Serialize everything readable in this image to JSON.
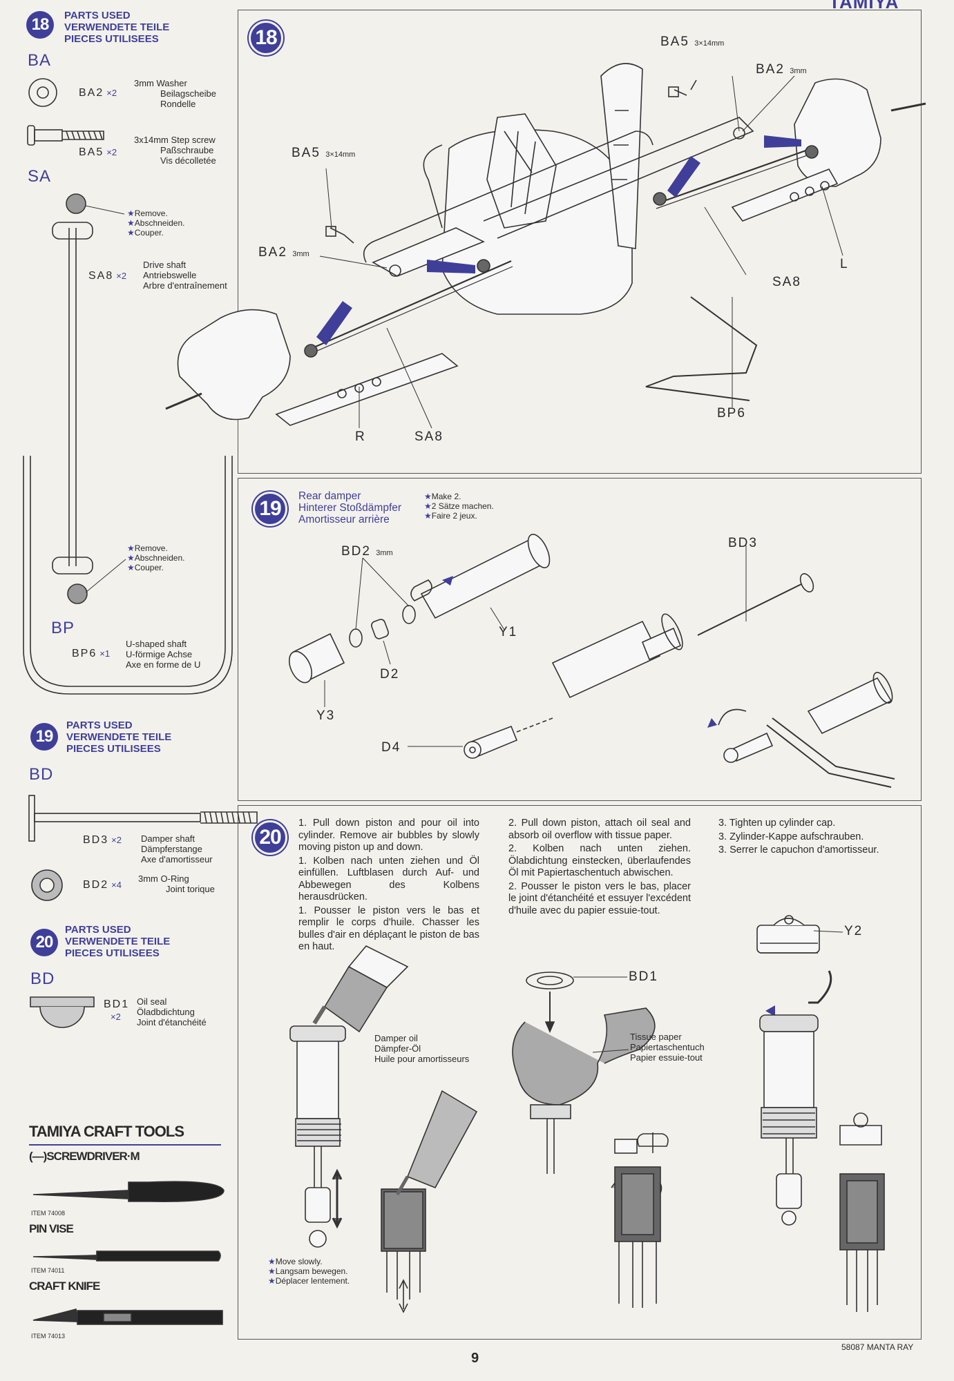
{
  "brand_top": "TAMIYA",
  "parts_used_label": [
    "PARTS USED",
    "VERWENDETE TEILE",
    "PIECES UTILISEES"
  ],
  "step18": {
    "number": "18",
    "bag_ba": "BA",
    "ba2": {
      "code": "BA2",
      "qty": "×2",
      "desc": [
        "3mm Washer",
        "Beilagscheibe",
        "Rondelle"
      ]
    },
    "ba5": {
      "code": "BA5",
      "qty": "×2",
      "desc": [
        "3x14mm Step screw",
        "Paßschraube",
        "Vis décolletée"
      ]
    },
    "bag_sa": "SA",
    "remove_note": [
      "Remove.",
      "Abschneiden.",
      "Couper."
    ],
    "sa8": {
      "code": "SA8",
      "qty": "×2",
      "desc": [
        "Drive shaft",
        "Antriebswelle",
        "Arbre d'entraînement"
      ]
    },
    "bag_bp": "BP",
    "bp6": {
      "code": "BP6",
      "qty": "×1",
      "desc": [
        "U-shaped shaft",
        "U-förmige Achse",
        "Axe en forme de U"
      ]
    },
    "labels": {
      "ba5_a": "BA5",
      "ba5_a_size": "3×14mm",
      "ba2_a": "BA2",
      "ba2_a_size": "3mm",
      "ba5_b": "BA5",
      "ba5_b_size": "3×14mm",
      "ba2_b": "BA2",
      "ba2_b_size": "3mm",
      "l": "L",
      "sa8_a": "SA8",
      "bp6": "BP6",
      "r": "R",
      "sa8_b": "SA8"
    }
  },
  "step19": {
    "number": "19",
    "bag_bd": "BD",
    "bd3": {
      "code": "BD3",
      "qty": "×2",
      "desc": [
        "Damper shaft",
        "Dämpferstange",
        "Axe d'amortisseur"
      ]
    },
    "bd2": {
      "code": "BD2",
      "qty": "×4",
      "desc": [
        "3mm O-Ring",
        "Joint torique"
      ]
    },
    "title": [
      "Rear damper",
      "Hinterer Stoßdämpfer",
      "Amortisseur arrière"
    ],
    "make_note": [
      "Make 2.",
      "2 Sätze machen.",
      "Faire 2 jeux."
    ],
    "labels": {
      "bd2": "BD2",
      "bd2_size": "3mm",
      "bd3": "BD3",
      "y1": "Y1",
      "d2": "D2",
      "y3": "Y3",
      "d4": "D4"
    }
  },
  "step20": {
    "number": "20",
    "bag_bd": "BD",
    "bd1": {
      "code": "BD1",
      "qty": "×2",
      "desc": [
        "Oil seal",
        "Öladbdichtung",
        "Joint d'étanchéité"
      ]
    },
    "col1": [
      "1. Pull down piston and pour oil into cylinder. Remove air bubbles by slowly moving piston up and down.",
      "1. Kolben nach unten ziehen und Öl einfüllen. Luftblasen durch Auf- und Abbewegen des Kolbens herausdrücken.",
      "1. Pousser le piston vers le bas et remplir le corps d'huile. Chasser les bulles d'air en déplaçant le piston de bas en haut."
    ],
    "col2": [
      "2. Pull down piston, attach oil seal and absorb oil overflow with tissue paper.",
      "2. Kolben nach unten ziehen. Ölabdichtung einstecken, überlaufendes Öl mit Papiertaschentuch abwischen.",
      "2. Pousser le piston vers le bas, placer le joint d'étanchéité et essuyer l'excédent d'huile avec du papier essuie-tout."
    ],
    "col3": [
      "3. Tighten up cylinder cap.",
      "3. Zylinder-Kappe aufschrauben.",
      "3. Serrer le capuchon d'amortisseur."
    ],
    "oil_label": [
      "Damper oil",
      "Dämpfer-Öl",
      "Huile pour amortisseurs"
    ],
    "tissue_label": [
      "Tissue paper",
      "Papiertaschentuch",
      "Papier essuie-tout"
    ],
    "move_note": [
      "Move slowly.",
      "Langsam bewegen.",
      "Déplacer lentement."
    ],
    "labels": {
      "bd1": "BD1",
      "y2": "Y2"
    }
  },
  "tools": {
    "title": "TAMIYA CRAFT TOOLS",
    "items": [
      {
        "name": "(—)SCREWDRIVER·M",
        "item": "ITEM 74008"
      },
      {
        "name": "PIN VISE",
        "item": "ITEM 74011"
      },
      {
        "name": "CRAFT KNIFE",
        "item": "ITEM 74013"
      }
    ]
  },
  "footer": {
    "page": "9",
    "model": "58087 MANTA RAY"
  },
  "colors": {
    "accent": "#3f3f99",
    "ink": "#2a2a2a",
    "paper": "#f3f1ec"
  }
}
